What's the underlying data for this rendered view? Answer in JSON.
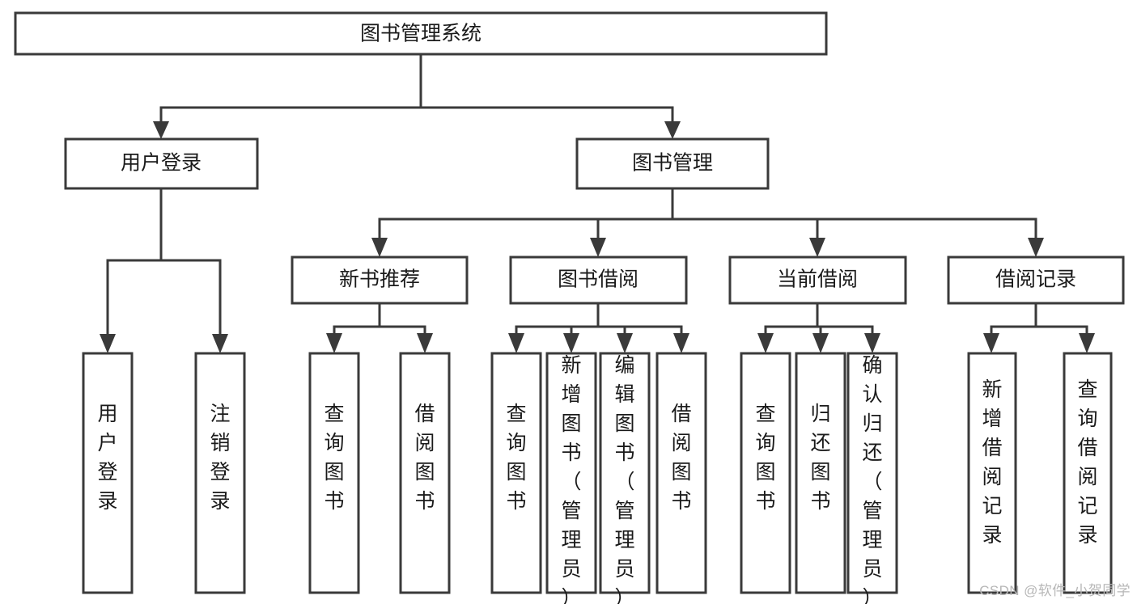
{
  "diagram": {
    "type": "tree",
    "title": "图书管理系统",
    "watermark": "CSDN @软件_小贺同学",
    "colors": {
      "stroke": "#3a3a3a",
      "fill": "#ffffff",
      "text": "#1a1a1a",
      "watermark": "#b7b7b7"
    },
    "levels": {
      "root": {
        "label": "图书管理系统"
      },
      "level2": [
        {
          "label": "用户登录"
        },
        {
          "label": "图书管理"
        }
      ],
      "level3": [
        {
          "label": "新书推荐"
        },
        {
          "label": "图书借阅"
        },
        {
          "label": "当前借阅"
        },
        {
          "label": "借阅记录"
        }
      ],
      "leaves": {
        "user_login": [
          {
            "label": "用户登录"
          },
          {
            "label": "注销登录"
          }
        ],
        "new_book_recommend": [
          {
            "label": "查询图书"
          },
          {
            "label": "借阅图书"
          }
        ],
        "book_borrow": [
          {
            "label": "查询图书"
          },
          {
            "label": "新增图书（管理员）"
          },
          {
            "label": "编辑图书（管理员）"
          },
          {
            "label": "借阅图书"
          }
        ],
        "current_borrow": [
          {
            "label": "查询图书"
          },
          {
            "label": "归还图书"
          },
          {
            "label": "确认归还（管理员）"
          }
        ],
        "borrow_record": [
          {
            "label": "新增借阅记录"
          },
          {
            "label": "查询借阅记录"
          }
        ]
      }
    }
  }
}
